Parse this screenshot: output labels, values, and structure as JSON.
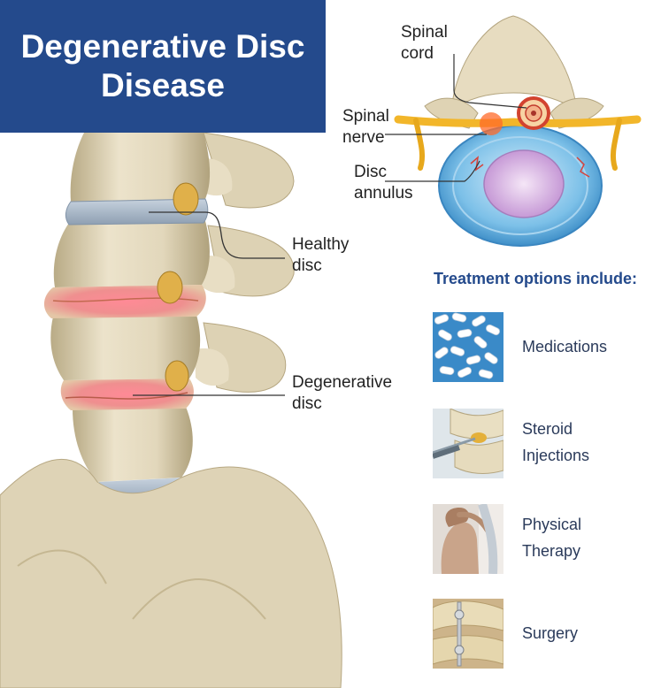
{
  "title": {
    "line1": "Degenerative Disc",
    "line2": "Disease"
  },
  "spine_labels": {
    "healthy_disc": {
      "line1": "Healthy",
      "line2": "disc"
    },
    "degenerative_disc": {
      "line1": "Degenerative",
      "line2": "disc"
    }
  },
  "vertebra_labels": {
    "spinal_cord": {
      "line1": "Spinal",
      "line2": "cord"
    },
    "spinal_nerve": {
      "line1": "Spinal",
      "line2": "nerve"
    },
    "disc_annulus": {
      "line1": "Disc",
      "line2": "annulus"
    }
  },
  "treatments": {
    "heading": "Treatment options include:",
    "options": [
      {
        "line1": "Medications",
        "line2": "",
        "icon": "pills-icon"
      },
      {
        "line1": "Steroid",
        "line2": "Injections",
        "icon": "injection-icon"
      },
      {
        "line1": "Physical",
        "line2": "Therapy",
        "icon": "physical-therapy-icon"
      },
      {
        "line1": "Surgery",
        "line2": "",
        "icon": "surgery-icon"
      }
    ]
  },
  "colors": {
    "banner": "#244a8c",
    "bone": "#e6dcc2",
    "disc_healthy": "#a9b8c8",
    "inflamed": "#e8707a",
    "annulus": "#5aa8dc",
    "nerve": "#f2b62a"
  }
}
